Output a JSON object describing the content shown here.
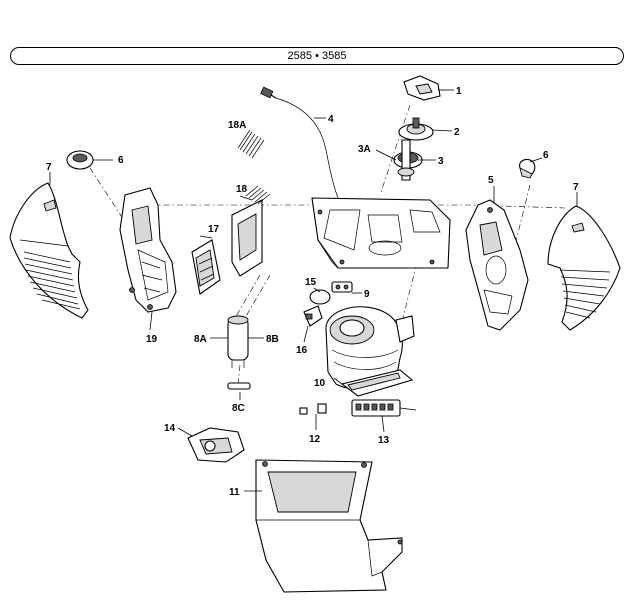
{
  "header": {
    "model_title": "2585 • 3585"
  },
  "callouts": {
    "p1": "1",
    "p2": "2",
    "p3": "3",
    "p3a": "3A",
    "p4": "4",
    "p5": "5",
    "p6a": "6",
    "p6b": "6",
    "p7a": "7",
    "p7b": "7",
    "p8a": "8A",
    "p8b": "8B",
    "p8c": "8C",
    "p9": "9",
    "p10": "10",
    "p11": "11",
    "p12": "12",
    "p13": "13",
    "p14": "14",
    "p15": "15",
    "p16": "16",
    "p17": "17",
    "p18": "18",
    "p18a": "18A",
    "p19": "19"
  }
}
